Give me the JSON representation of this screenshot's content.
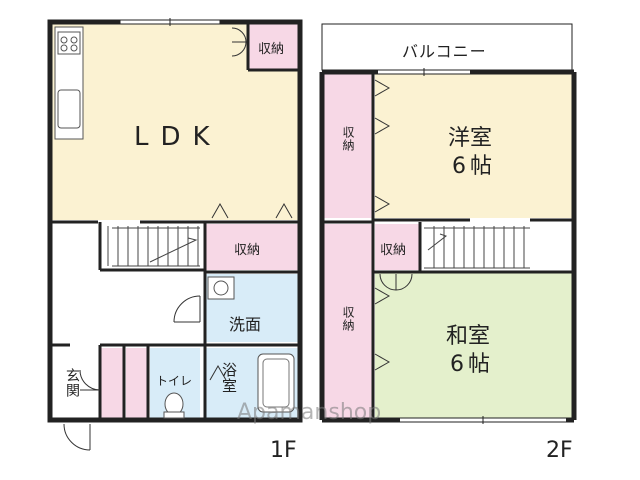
{
  "floor1": {
    "label": "1F",
    "rooms": {
      "ldk": "LDK",
      "storage_top": "収納",
      "storage_mid": "収納",
      "washroom": "洗面",
      "toilet": "トイレ",
      "bath": "浴室",
      "entrance": "玄関"
    }
  },
  "floor2": {
    "label": "2F",
    "rooms": {
      "balcony": "バルコニー",
      "western_room_name": "洋室",
      "western_room_size": "6帖",
      "storage_left": "収納",
      "storage_small": "収納",
      "storage_lower_left": "収納",
      "japanese_room_name": "和室",
      "japanese_room_size": "6帖"
    }
  },
  "watermark": "Apamanshop",
  "colors": {
    "ldk_fill": "#fbf2d2",
    "storage_fill": "#f7d8e6",
    "washroom_fill": "#d8ecf8",
    "western_fill": "#fbf2d2",
    "japanese_fill": "#e4f0cc",
    "wall": "#222222"
  }
}
